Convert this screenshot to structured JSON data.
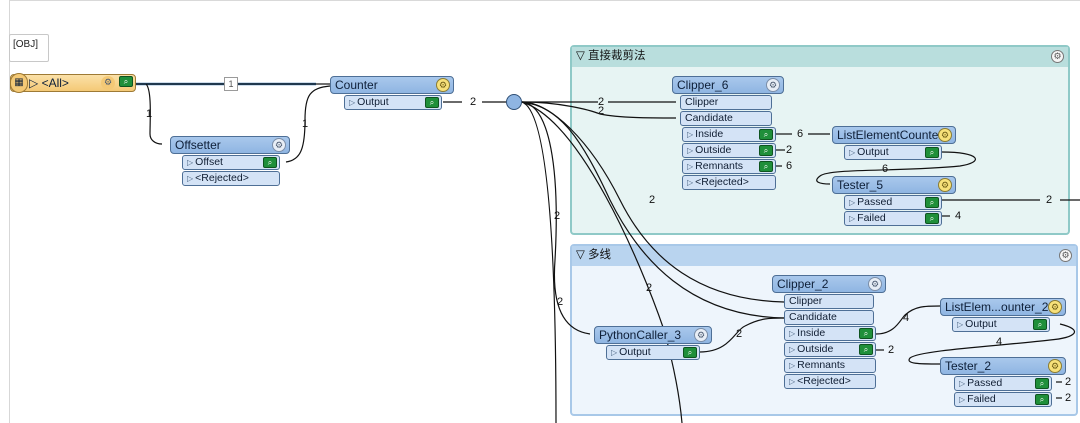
{
  "canvas": {
    "tooltip": "[OBJ]",
    "edge_labels": {
      "all_to_counter": "1",
      "offsetter_in": "1",
      "offset_out": "1",
      "counter_out": "2",
      "clipper6_clipper": "2",
      "clipper6_candidate": "2",
      "inside_count": "6",
      "outside_count": "2",
      "remnants_count": "6",
      "list_to_tester": "6",
      "passed_out": "2",
      "failed_out": "4",
      "long_branch_a": "2",
      "long_branch_b": "2",
      "long_branch_c": "2",
      "long_branch_d": "2",
      "python_out": "2",
      "inside2_count": "4",
      "outside2_count": "2",
      "list2_to_tester2": "4",
      "passed2_out": "2",
      "failed2_out": "2"
    }
  },
  "bookmarks": [
    {
      "title": "▽ 直接裁剪法"
    },
    {
      "title": "▽ 多线"
    }
  ],
  "nodes": {
    "reader": {
      "port_label": "▷ <All>"
    },
    "counter": {
      "title": "Counter",
      "ports": [
        "Output"
      ]
    },
    "offsetter": {
      "title": "Offsetter",
      "ports": [
        "Offset",
        "<Rejected>"
      ]
    },
    "clipper6": {
      "title": "Clipper_6",
      "inputs": [
        "Clipper",
        "Candidate"
      ],
      "outputs": [
        "Inside",
        "Outside",
        "Remnants",
        "<Rejected>"
      ]
    },
    "listelementcounter": {
      "title": "ListElementCounter",
      "ports": [
        "Output"
      ]
    },
    "tester5": {
      "title": "Tester_5",
      "ports": [
        "Passed",
        "Failed"
      ]
    },
    "pythoncaller3": {
      "title": "PythonCaller_3",
      "ports": [
        "Output"
      ]
    },
    "clipper2": {
      "title": "Clipper_2",
      "inputs": [
        "Clipper",
        "Candidate"
      ],
      "outputs": [
        "Inside",
        "Outside",
        "Remnants",
        "<Rejected>"
      ]
    },
    "listelemcounter2": {
      "title": "ListElem...ounter_2",
      "ports": [
        "Output"
      ]
    },
    "tester2": {
      "title": "Tester_2",
      "ports": [
        "Passed",
        "Failed"
      ]
    }
  },
  "colors": {
    "bookmark_teal": "#e7f4f3",
    "bookmark_blue": "#eef5fc",
    "node_blue": "#8fb5e2",
    "reader_orange": "#f4c976",
    "inspect_green": "#1f8f3a"
  },
  "icons": {
    "gear": "gear-icon",
    "inspect": "inspect-icon",
    "reader": "reader-icon"
  }
}
